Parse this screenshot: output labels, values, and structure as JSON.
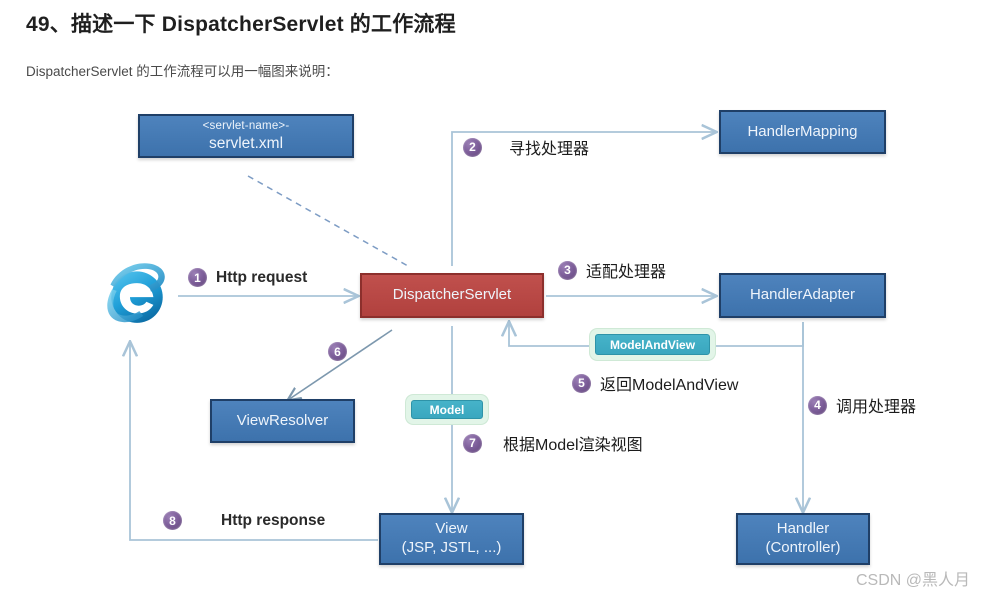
{
  "header": {
    "title": "49、描述一下 DispatcherServlet 的工作流程",
    "subtitle": "DispatcherServlet 的工作流程可以用一幅图来说明："
  },
  "diagram": {
    "nodes": {
      "servlet_xml_line1": "<servlet-name>-",
      "servlet_xml_line2": "servlet.xml",
      "handler_mapping": "HandlerMapping",
      "dispatcher_servlet": "DispatcherServlet",
      "handler_adapter": "HandlerAdapter",
      "view_resolver": "ViewResolver",
      "view_line1": "View",
      "view_line2": "(JSP, JSTL, ...)",
      "handler_line1": "Handler",
      "handler_line2": "(Controller)"
    },
    "chips": {
      "model_and_view": "ModelAndView",
      "model": "Model"
    },
    "steps": [
      {
        "num": "1",
        "label": "Http request"
      },
      {
        "num": "2",
        "label": "寻找处理器"
      },
      {
        "num": "3",
        "label": "适配处理器"
      },
      {
        "num": "4",
        "label": "调用处理器"
      },
      {
        "num": "5",
        "label": "返回ModelAndView"
      },
      {
        "num": "6",
        "label": ""
      },
      {
        "num": "7",
        "label": "根据Model渲染视图"
      },
      {
        "num": "8",
        "label": "Http response"
      }
    ]
  },
  "watermark": "CSDN @黑人月",
  "colors": {
    "node_blue": "#4e83bd",
    "node_red": "#c0504d",
    "chip_teal": "#46b3c9",
    "badge_purple": "#7e5f9b",
    "wire": "#a9c4d8"
  }
}
